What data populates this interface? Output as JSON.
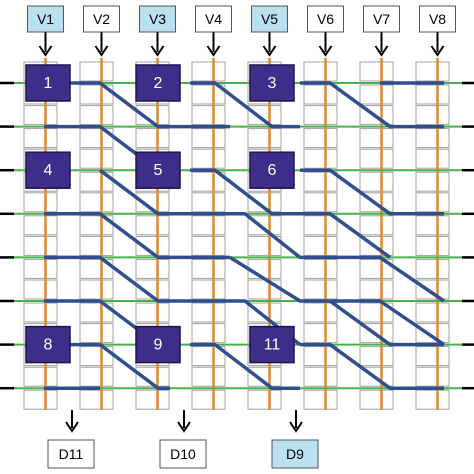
{
  "top_labels": [
    {
      "text": "V1",
      "highlight": true
    },
    {
      "text": "V2",
      "highlight": false
    },
    {
      "text": "V3",
      "highlight": true
    },
    {
      "text": "V4",
      "highlight": false
    },
    {
      "text": "V5",
      "highlight": true
    },
    {
      "text": "V6",
      "highlight": false
    },
    {
      "text": "V7",
      "highlight": false
    },
    {
      "text": "V8",
      "highlight": false
    }
  ],
  "nodes": [
    "1",
    "2",
    "3",
    "4",
    "5",
    "6",
    "8",
    "9",
    "11"
  ],
  "bottom_labels": [
    {
      "text": "D11",
      "highlight": false
    },
    {
      "text": "D10",
      "highlight": false
    },
    {
      "text": "D9",
      "highlight": true
    }
  ],
  "colors": {
    "node_fill": "#3f2d8a",
    "label_highlight": "#b9e1f0",
    "orange_line": "#e08a2c",
    "green_line": "#4bb04b",
    "blue_route": "#2f4f8f",
    "grid_border": "#a0a0a0"
  }
}
